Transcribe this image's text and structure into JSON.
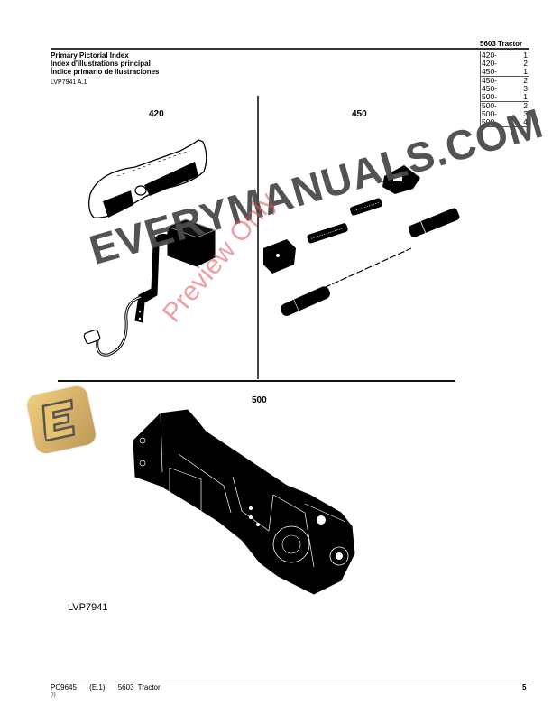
{
  "header": {
    "model_title": "5603  Tractor",
    "title_lines": [
      "Primary Pictorial Index",
      "Index d'illustrations principal",
      "Índice primario de ilustraciones"
    ],
    "reference": "LVP7941 A.1"
  },
  "index_table": {
    "groups": [
      [
        {
          "section": "420-",
          "page": "1"
        },
        {
          "section": "420-",
          "page": "2"
        },
        {
          "section": "450-",
          "page": "1"
        }
      ],
      [
        {
          "section": "450-",
          "page": "2"
        },
        {
          "section": "450-",
          "page": "3"
        },
        {
          "section": "500-",
          "page": "1"
        }
      ],
      [
        {
          "section": "500-",
          "page": "2"
        },
        {
          "section": "500-",
          "page": "3"
        },
        {
          "section": "500-",
          "page": "4"
        }
      ]
    ]
  },
  "illustration": {
    "sections": [
      {
        "label": "420",
        "description": "front weights and bracket with light"
      },
      {
        "label": "450",
        "description": "steering components / parts"
      },
      {
        "label": "500",
        "description": "transmission assembly"
      }
    ],
    "figure_code": "LVP7941"
  },
  "watermark": {
    "brand_text": "EVERYMANUALS.COM",
    "preview_text": "Preview Only",
    "logo_letter": "E",
    "brand_color": "#4a4a4a",
    "preview_color": "#e0565b",
    "logo_color": "#d8b26a"
  },
  "footer": {
    "doc_id": "PC9645",
    "edition": "(E.1)",
    "model": "5603 Tractor",
    "sub": "(I)",
    "page_number": "5"
  }
}
